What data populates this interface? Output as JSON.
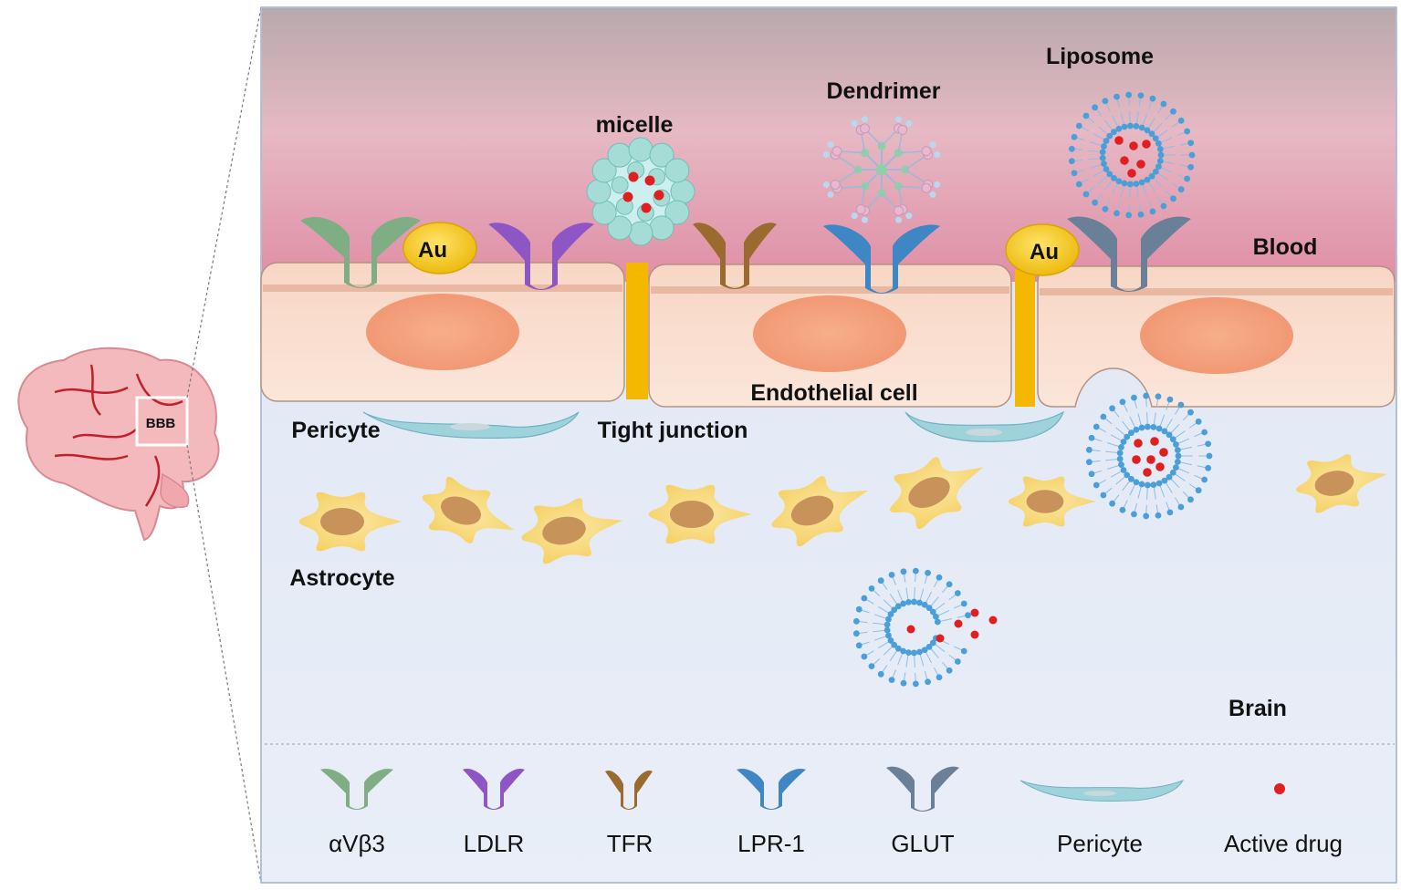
{
  "brain": {
    "box_label": "BBB"
  },
  "labels": {
    "micelle": "micelle",
    "dendrimer": "Dendrimer",
    "liposome": "Liposome",
    "blood": "Blood",
    "endothelial_cell": "Endothelial cell",
    "tight_junction": "Tight junction",
    "pericyte": "Pericyte",
    "astrocyte": "Astrocyte",
    "brain": "Brain",
    "au": "Au"
  },
  "legend": [
    {
      "key": "avb3",
      "label": "αVβ3",
      "color": "#7fae85"
    },
    {
      "key": "ldlr",
      "label": "LDLR",
      "color": "#8e55c4"
    },
    {
      "key": "tfr",
      "label": "TFR",
      "color": "#9a6a2e"
    },
    {
      "key": "lpr1",
      "label": "LPR-1",
      "color": "#3f86c4"
    },
    {
      "key": "glut",
      "label": "GLUT",
      "color": "#6a7f98"
    },
    {
      "key": "pericyte",
      "label": "Pericyte",
      "color": "#9fd3dc"
    },
    {
      "key": "active_drug",
      "label": "Active drug",
      "color": "#e02020"
    }
  ],
  "colors": {
    "blood_top": "#b8a9ac",
    "blood_bottom": "#e4a2b4",
    "cell_fill": "#f8d8c8",
    "nucleus": "#f4a07c",
    "tight_junction": "#f5b800",
    "brain_bg": "#e3eaf5",
    "astrocyte": "#f8da7a",
    "astro_nucleus": "#c8935a",
    "gold": "#f2c300",
    "liposome": "#4a9fd8",
    "micelle": "#a6dcd6"
  }
}
